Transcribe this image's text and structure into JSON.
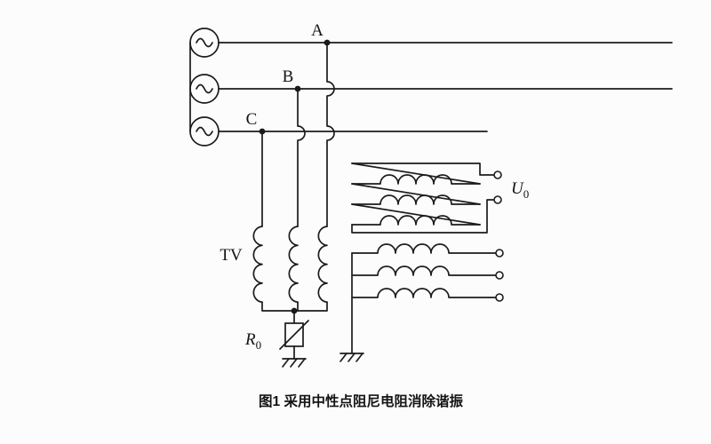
{
  "figure": {
    "type": "circuit-diagram",
    "caption": "图1 采用中性点阻尼电阻消除谐振"
  },
  "labels": {
    "phase_a": "A",
    "phase_b": "B",
    "phase_c": "C",
    "transformer": "TV",
    "resistor_base": "R",
    "resistor_sub": "0",
    "output_base": "U",
    "output_sub": "0"
  },
  "components": {
    "ac_sources": 3,
    "primary_windings": 3,
    "open_delta_windings": 3,
    "star_secondary_windings": 3,
    "output_terminals": 2,
    "secondary_terminals": 3,
    "grounds": 2
  },
  "colors": {
    "line": "#1b1b1b",
    "background": "#fcfcfc"
  }
}
